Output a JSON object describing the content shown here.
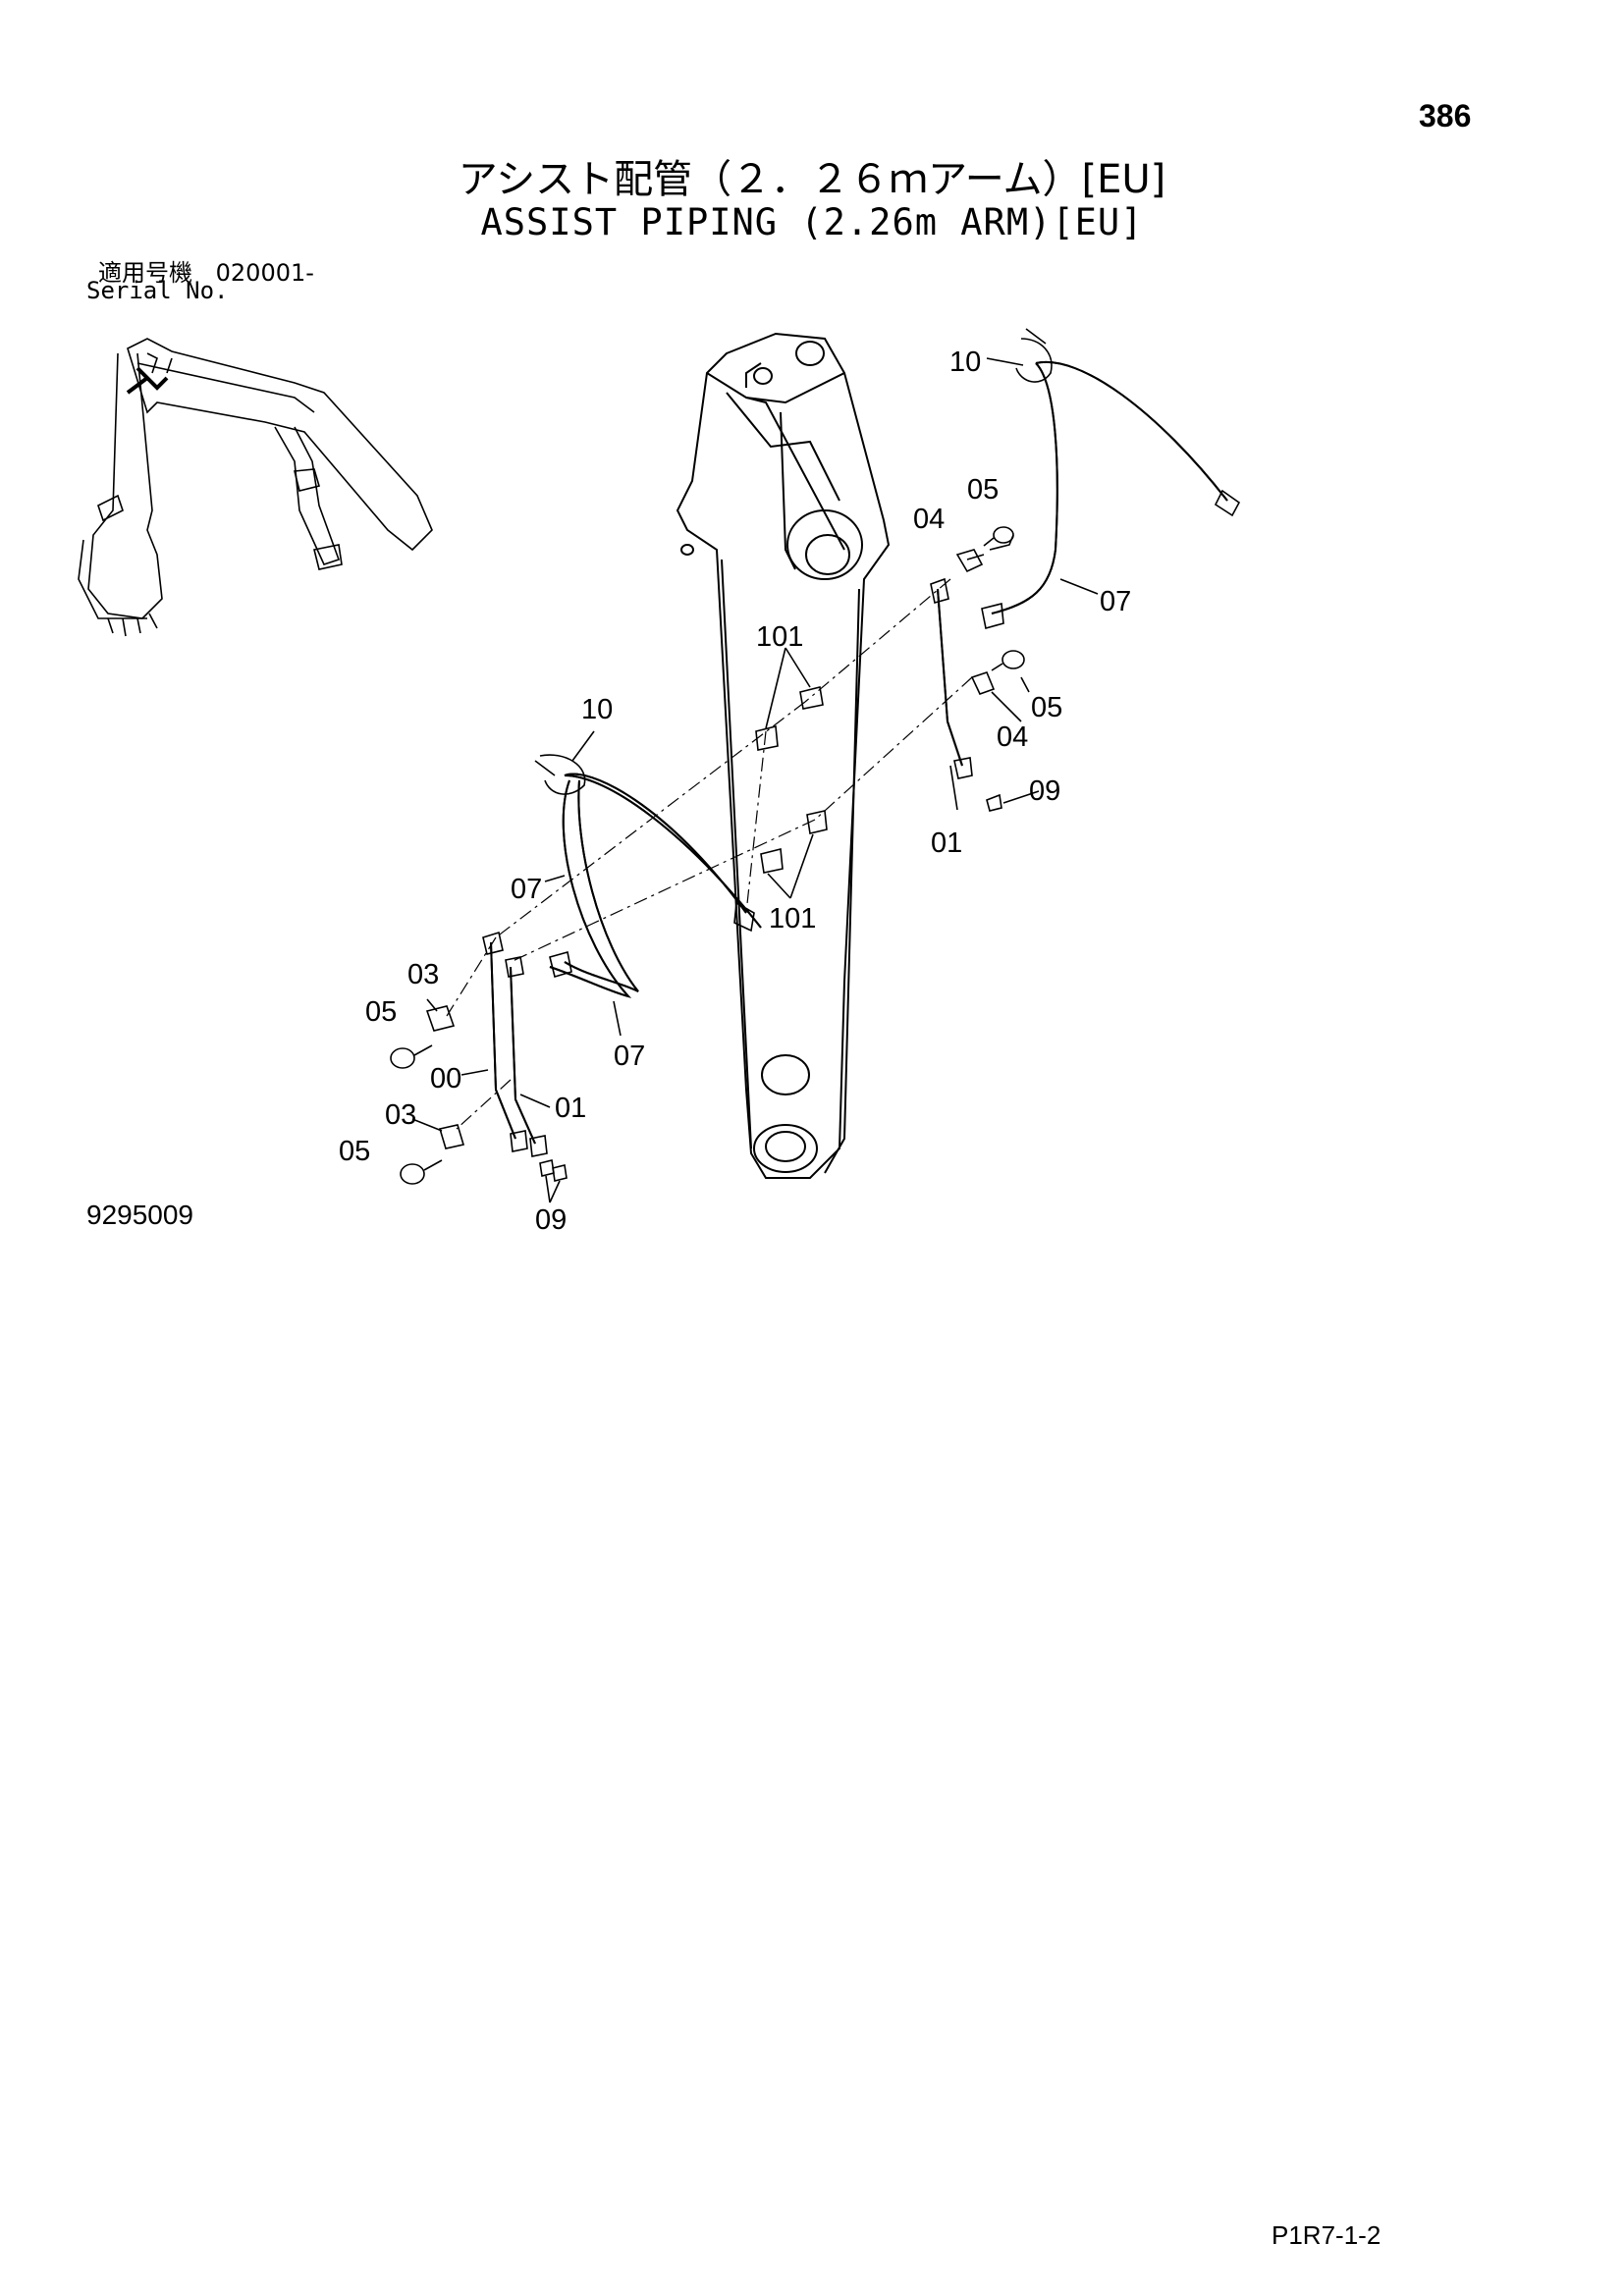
{
  "page_number": "386",
  "title_jp": "アシスト配管（２．２６ｍアーム）[EU]",
  "title_en": "ASSIST PIPING (2.26m ARM)[EU]",
  "serial_label_jp": "適用号機",
  "serial_value": "020001-",
  "serial_label_en": "Serial No.",
  "figure_number": "9295009",
  "page_code": "P1R7-1-2",
  "callouts": {
    "c10_right": "10",
    "c05_right_top": "05",
    "c04_right_top": "04",
    "c07_right": "07",
    "c05_right_mid": "05",
    "c04_right_mid": "04",
    "c09_right": "09",
    "c01_right": "01",
    "c101_top": "101",
    "c101_bottom": "101",
    "c10_left": "10",
    "c07_left_upper": "07",
    "c07_left_lower": "07",
    "c03_left_top": "03",
    "c05_left_top": "05",
    "c00_left": "00",
    "c01_left": "01",
    "c03_left_bottom": "03",
    "c05_left_bottom": "05",
    "c09_left": "09"
  }
}
